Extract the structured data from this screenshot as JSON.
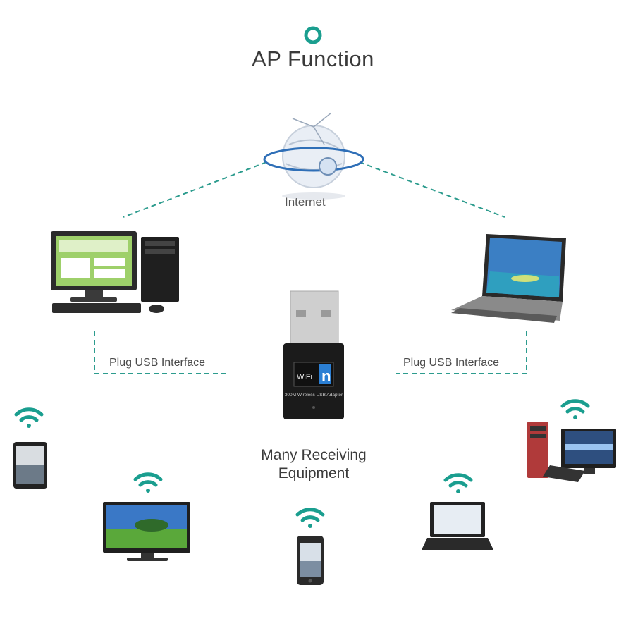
{
  "title": "AP Function",
  "internet_label": "Internet",
  "plug_left": "Plug USB Interface",
  "plug_right": "Plug USB Interface",
  "center_line1": "Many Receiving",
  "center_line2": "Equipment",
  "adapter_brand": "WiFi",
  "adapter_mode": "n",
  "adapter_caption": "300M Wireless USB Adapter",
  "colors": {
    "accent": "#1a9e8f",
    "dashed": "#2d9c8e",
    "text": "#3a3a3a",
    "adapter_body": "#1b1b1b",
    "adapter_mode": "#2b7fd4"
  },
  "icons": [
    "target-icon",
    "globe-icon",
    "desktop-pc-icon",
    "laptop-icon",
    "usb-adapter-icon",
    "tablet-icon",
    "tv-icon",
    "smartphone-icon",
    "wifi-icon"
  ]
}
